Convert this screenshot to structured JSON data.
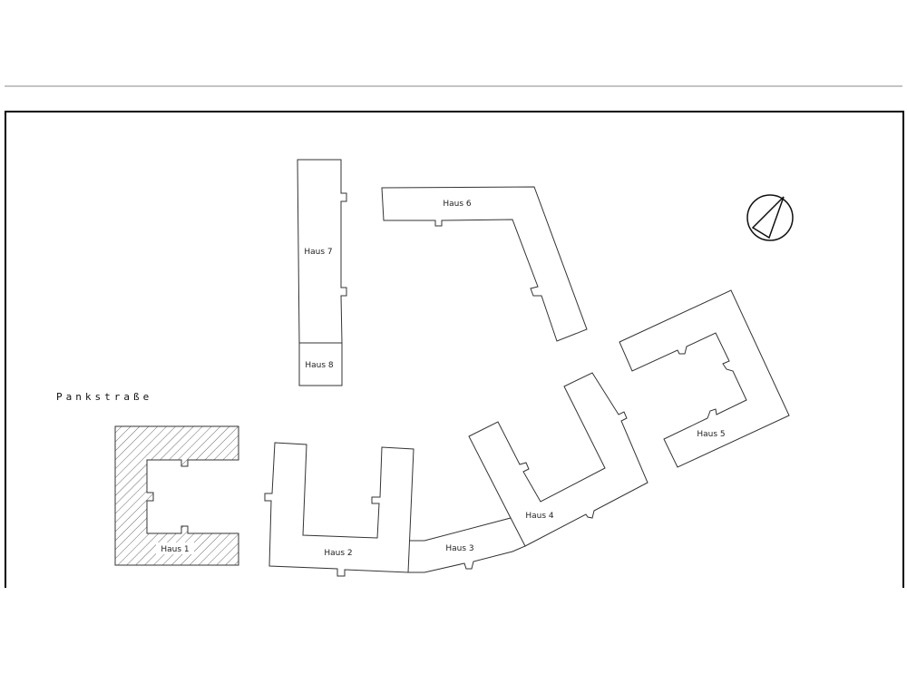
{
  "plan": {
    "street_name": "Pankstraße",
    "buildings": [
      {
        "id": "haus1",
        "label": "Haus 1",
        "hatched": true
      },
      {
        "id": "haus2",
        "label": "Haus 2",
        "hatched": false
      },
      {
        "id": "haus3",
        "label": "Haus 3",
        "hatched": false
      },
      {
        "id": "haus4",
        "label": "Haus 4",
        "hatched": false
      },
      {
        "id": "haus5",
        "label": "Haus 5",
        "hatched": false
      },
      {
        "id": "haus6",
        "label": "Haus 6",
        "hatched": false
      },
      {
        "id": "haus7",
        "label": "Haus 7",
        "hatched": false
      },
      {
        "id": "haus8",
        "label": "Haus 8",
        "hatched": false
      }
    ],
    "north_arrow_icon": "compass-north-arrow"
  },
  "colors": {
    "line": "#333333",
    "frame": "#000000",
    "background": "#ffffff"
  }
}
